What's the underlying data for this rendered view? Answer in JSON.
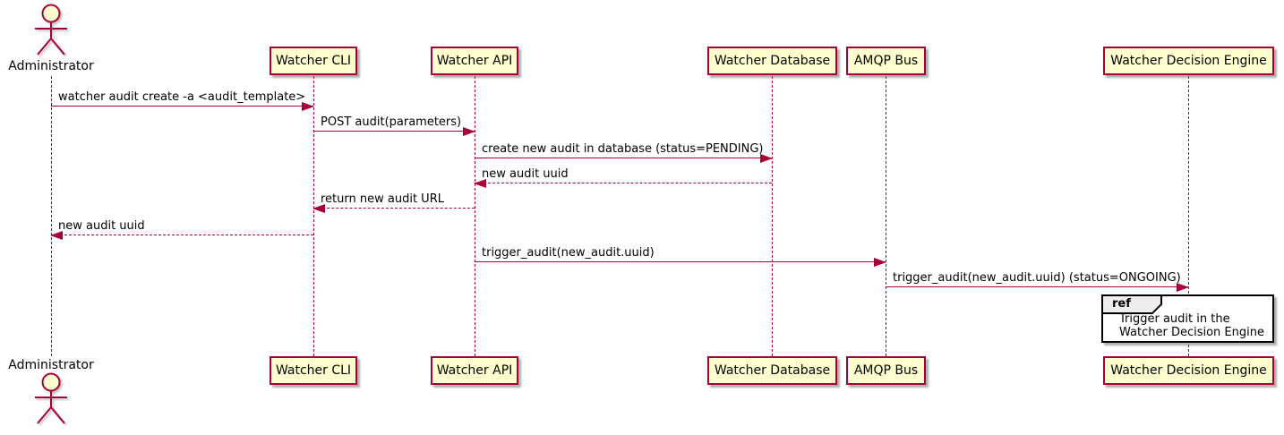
{
  "diagram": {
    "kind": "uml-sequence-diagram",
    "colors": {
      "background": "#FFFFFF",
      "participant_fill": "#FEFECE",
      "participant_border": "#A80036",
      "arrow": "#A80036",
      "lifeline": "#A80036",
      "ref_border": "#000000",
      "ref_header_fill": "#EEEEEE",
      "text": "#000000"
    }
  },
  "actor": {
    "label": "Administrator"
  },
  "participants": [
    {
      "label": "Watcher CLI"
    },
    {
      "label": "Watcher API"
    },
    {
      "label": "Watcher Database"
    },
    {
      "label": "AMQP Bus"
    },
    {
      "label": "Watcher Decision Engine"
    }
  ],
  "messages": [
    {
      "from": "Administrator",
      "to": "Watcher CLI",
      "style": "solid",
      "label": "watcher audit create -a <audit_template>"
    },
    {
      "from": "Watcher CLI",
      "to": "Watcher API",
      "style": "solid",
      "label": "POST audit(parameters)"
    },
    {
      "from": "Watcher API",
      "to": "Watcher Database",
      "style": "solid",
      "label": "create new audit in database (status=PENDING)"
    },
    {
      "from": "Watcher Database",
      "to": "Watcher API",
      "style": "dashed",
      "label": "new audit uuid"
    },
    {
      "from": "Watcher API",
      "to": "Watcher CLI",
      "style": "dashed",
      "label": "return new audit URL"
    },
    {
      "from": "Watcher CLI",
      "to": "Administrator",
      "style": "dashed",
      "label": "new audit uuid"
    },
    {
      "from": "Watcher API",
      "to": "AMQP Bus",
      "style": "solid",
      "label": "trigger_audit(new_audit.uuid)"
    },
    {
      "from": "AMQP Bus",
      "to": "Watcher Decision Engine",
      "style": "solid",
      "label": "trigger_audit(new_audit.uuid) (status=ONGOING)"
    }
  ],
  "ref": {
    "keyword": "ref",
    "lines": [
      "Trigger audit in the",
      "Watcher Decision Engine"
    ]
  }
}
